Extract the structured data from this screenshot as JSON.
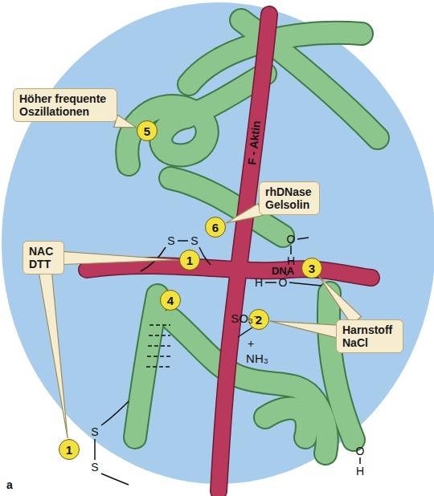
{
  "diagram": {
    "nodes": [
      {
        "text": [
          "Höher frequente Oszillationen"
        ]
      },
      {
        "text": [
          "5"
        ]
      },
      {
        "text": [
          "6"
        ]
      },
      {
        "text": [
          "rhDNase Gelsolin"
        ]
      },
      {
        "text": [
          "NAC DTT"
        ]
      },
      {
        "text": [
          "1"
        ]
      },
      {
        "text": [
          "3"
        ]
      },
      {
        "text": [
          "Harnstoff NaCl"
        ]
      },
      {
        "text": [
          "2"
        ]
      },
      {
        "text": [
          "4"
        ]
      },
      {
        "text": [
          "1"
        ]
      }
    ],
    "edges": [
      {
        "from": 0,
        "to": 1,
        "arrow": "none"
      },
      {
        "from": 3,
        "to": 2,
        "arrow": "none"
      },
      {
        "from": 4,
        "to": 5,
        "arrow": "none"
      },
      {
        "from": 4,
        "to": 10,
        "arrow": "none"
      },
      {
        "from": 7,
        "to": 6,
        "arrow": "none"
      },
      {
        "from": 7,
        "to": 8,
        "arrow": "none"
      }
    ],
    "labels": [
      "F - Aktin",
      "DNA",
      "S",
      "S",
      "S",
      "S",
      "SO₃⁻",
      "+",
      "NH₃",
      "O",
      "H",
      "H",
      "O",
      "O",
      "H",
      "a"
    ]
  }
}
